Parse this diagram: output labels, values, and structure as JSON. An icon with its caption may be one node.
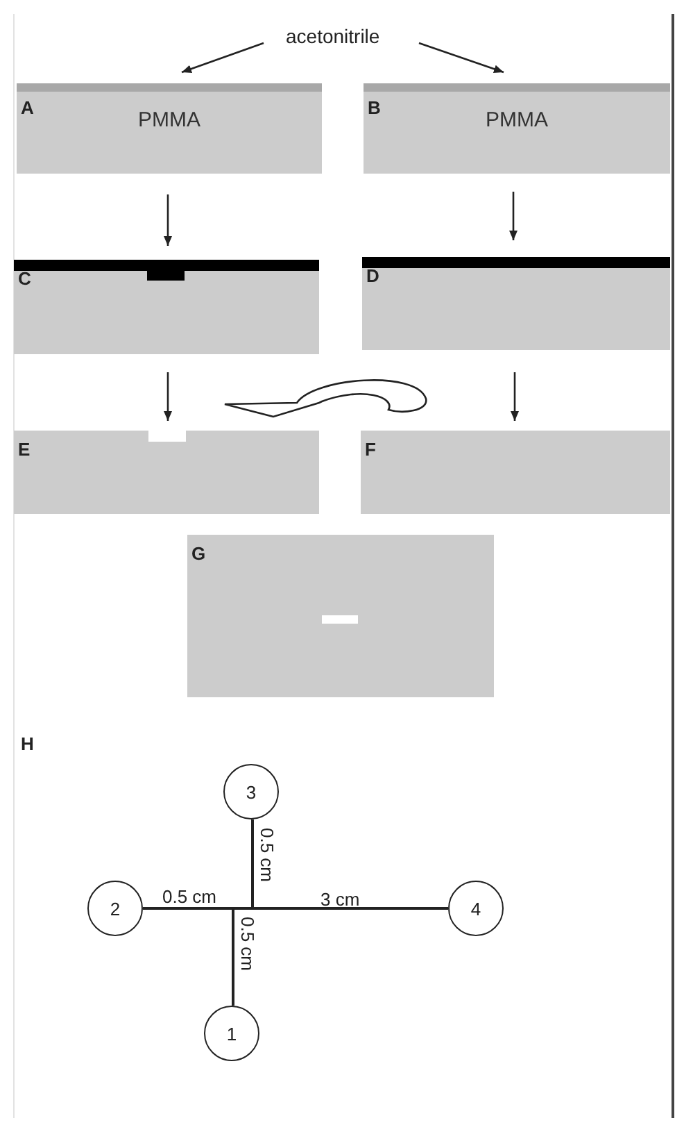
{
  "diagram": {
    "nodes": [
      {
        "text": [
          "acetonitrile"
        ]
      },
      {
        "text": [
          "A",
          "PMMA"
        ]
      },
      {
        "text": [
          "B",
          "PMMA"
        ]
      },
      {
        "text": [
          "C"
        ]
      },
      {
        "text": [
          "D"
        ]
      },
      {
        "text": [
          "E"
        ]
      },
      {
        "text": [
          "F"
        ]
      },
      {
        "text": [
          "G"
        ]
      },
      {
        "text": [
          "3"
        ]
      },
      {
        "text": [
          "2"
        ]
      },
      {
        "text": [
          "4"
        ]
      },
      {
        "text": [
          "1"
        ]
      }
    ],
    "edges": [
      {
        "from": 0,
        "to": 1,
        "arrow": "to"
      },
      {
        "from": 0,
        "to": 2,
        "arrow": "to"
      },
      {
        "from": 1,
        "to": 3,
        "arrow": "to"
      },
      {
        "from": 2,
        "to": 4,
        "arrow": "to"
      },
      {
        "from": 3,
        "to": 5,
        "arrow": "to"
      },
      {
        "from": 4,
        "to": 6,
        "arrow": "to"
      },
      {
        "from": 6,
        "to": 5,
        "arrow": "to",
        "style": "thick"
      },
      {
        "from": 9,
        "to": 10,
        "arrow": "none"
      },
      {
        "from": 8,
        "to": 10,
        "arrow": "none"
      },
      {
        "from": 11,
        "to": 9,
        "arrow": "none"
      }
    ],
    "labels": [
      "H",
      "0.5 cm",
      "0.5 cm",
      "3 cm",
      "0.5 cm"
    ]
  }
}
